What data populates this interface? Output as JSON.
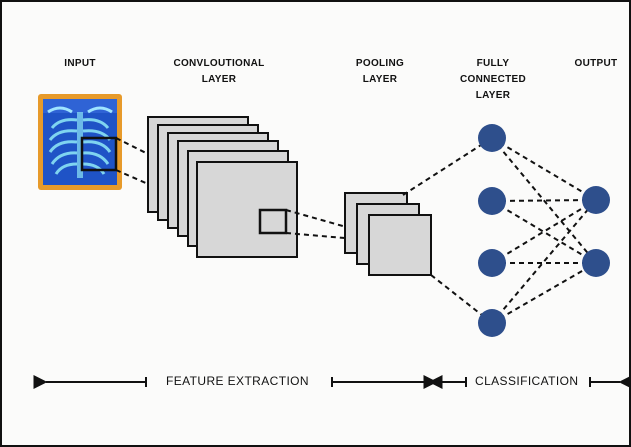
{
  "labels": {
    "input": "INPUT",
    "conv_line1": "CONVLOUTIONAL",
    "conv_line2": "LAYER",
    "pool_line1": "POOLING",
    "pool_line2": "LAYER",
    "fc_line1": "FULLY",
    "fc_line2": "CONNECTED",
    "fc_line3": "LAYER",
    "output": "OUTPUT"
  },
  "footer": {
    "feature_extraction": "FEATURE EXTRACTION",
    "classification": "CLASSIFICATION"
  },
  "colors": {
    "node": "#2e4f8c",
    "map_fill": "#d7d7d7",
    "xray_border": "#e79a2a",
    "xray_bg": "#1f53c6",
    "bone": "#7fd4f0"
  },
  "layers": {
    "conv_feature_maps": 6,
    "pool_feature_maps": 3,
    "fully_connected_nodes": 4,
    "output_nodes": 2
  }
}
